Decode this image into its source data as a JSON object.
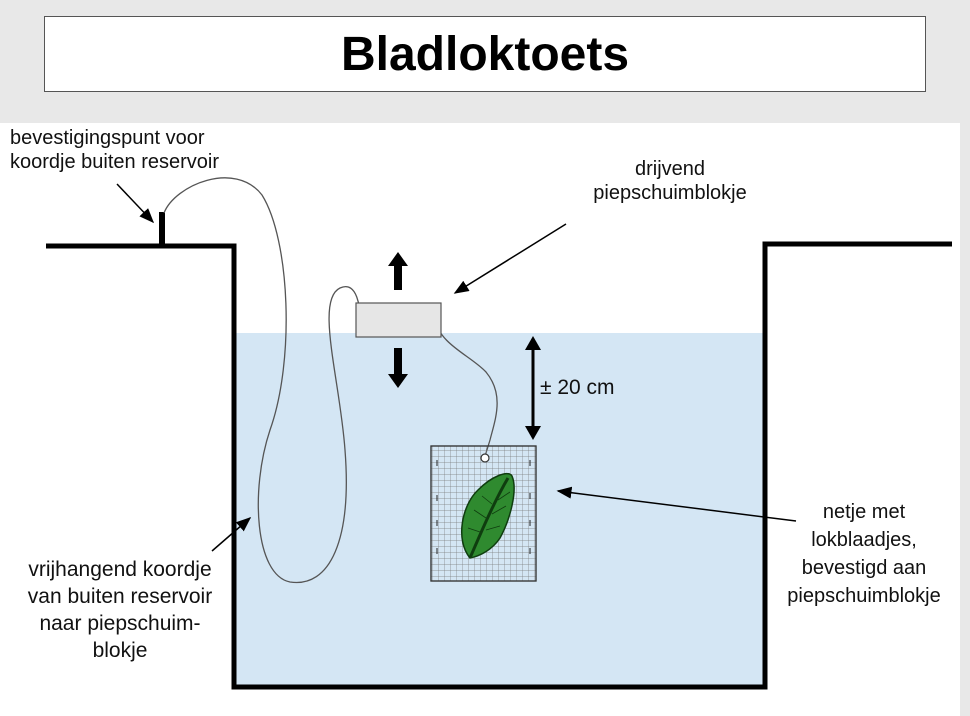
{
  "title": "Bladloktoets",
  "labels": {
    "anchor_point": [
      "bevestigingspunt voor",
      "koordje buiten reservoir"
    ],
    "floating_block": [
      "drijvend",
      "piepschuimblokje"
    ],
    "distance": "± 20 cm",
    "net": [
      "netje met",
      "lokblaadjes,",
      "bevestigd aan",
      "piepschuimblokje"
    ],
    "cord": [
      "vrijhangend koordje",
      "van buiten reservoir",
      "naar piepschuim-",
      "blokje"
    ]
  },
  "colors": {
    "water": "#d4e6f4",
    "leaf": "#2f8a2f",
    "leaf_outline": "#0f3d0f",
    "styrofoam": "#e6e6e6",
    "background": "#e8e8e8"
  }
}
